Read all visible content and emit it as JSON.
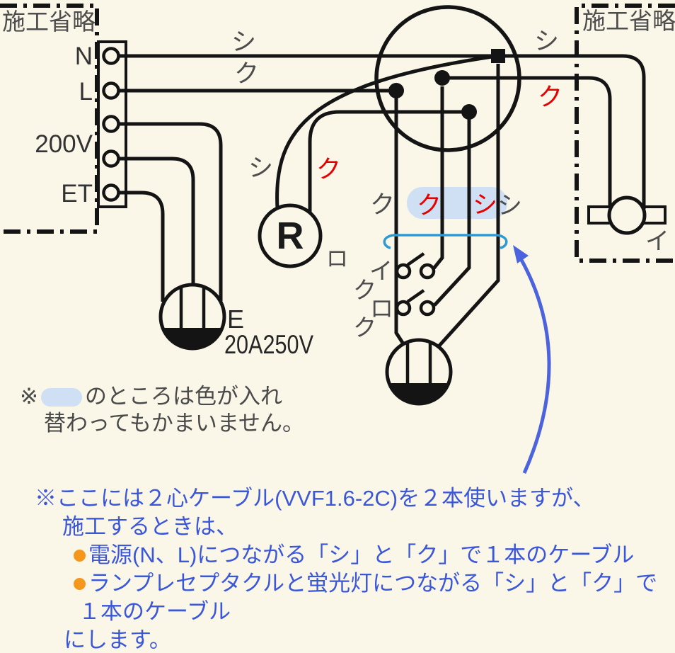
{
  "boxes": {
    "left_label": "施工省略",
    "right_label": "施工省略"
  },
  "terminals": {
    "n": "N",
    "l": "L",
    "v200": "200V",
    "et": "ET"
  },
  "wire_labels": {
    "shi_top": "シ",
    "ku_top": "ク",
    "shi_right": "シ",
    "ku_right_red": "ク",
    "shi_receptacle": "シ",
    "ku_receptacle_red": "ク",
    "row_ku_gray": "ク",
    "row_ku_red": "ク",
    "row_shi_red": "シ",
    "row_shi_gray": "シ"
  },
  "devices": {
    "receptacle_letter": "R",
    "receptacle_circuit": "ロ",
    "outlet_earth": "E",
    "outlet_rating": "20A250V",
    "switch_i": "イ",
    "switch_i_wire": "ク",
    "switch_ro": "ロ",
    "switch_ro_wire": "ク",
    "fluorescent_circuit": "イ"
  },
  "note": {
    "prefix": "※",
    "line1_rest": "のところは色が入れ",
    "line2": "替わってもかまいません。"
  },
  "cable_note": {
    "line1": "※ここには２心ケーブル(VVF1.6-2C)を２本使いますが、",
    "line2": "施工するときは、",
    "bullet1": "電源(N、L)につながる「シ」と「ク」で１本のケーブル",
    "bullet2": "ランプレセプタクルと蛍光灯につながる「シ」と「ク」で",
    "bullet2_cont": "１本のケーブル",
    "line3": "にします。"
  },
  "colors": {
    "background": "#faf6e8",
    "wire": "#141414",
    "gray_text": "#4d4d4d",
    "red_text": "#e60000",
    "blue_text": "#3b57d9",
    "orange_bullet": "#f5971c",
    "highlight_pill": "#cfe0f4",
    "bracket_blue": "#2e9ad4",
    "arrow_blue": "#4b63dd"
  }
}
